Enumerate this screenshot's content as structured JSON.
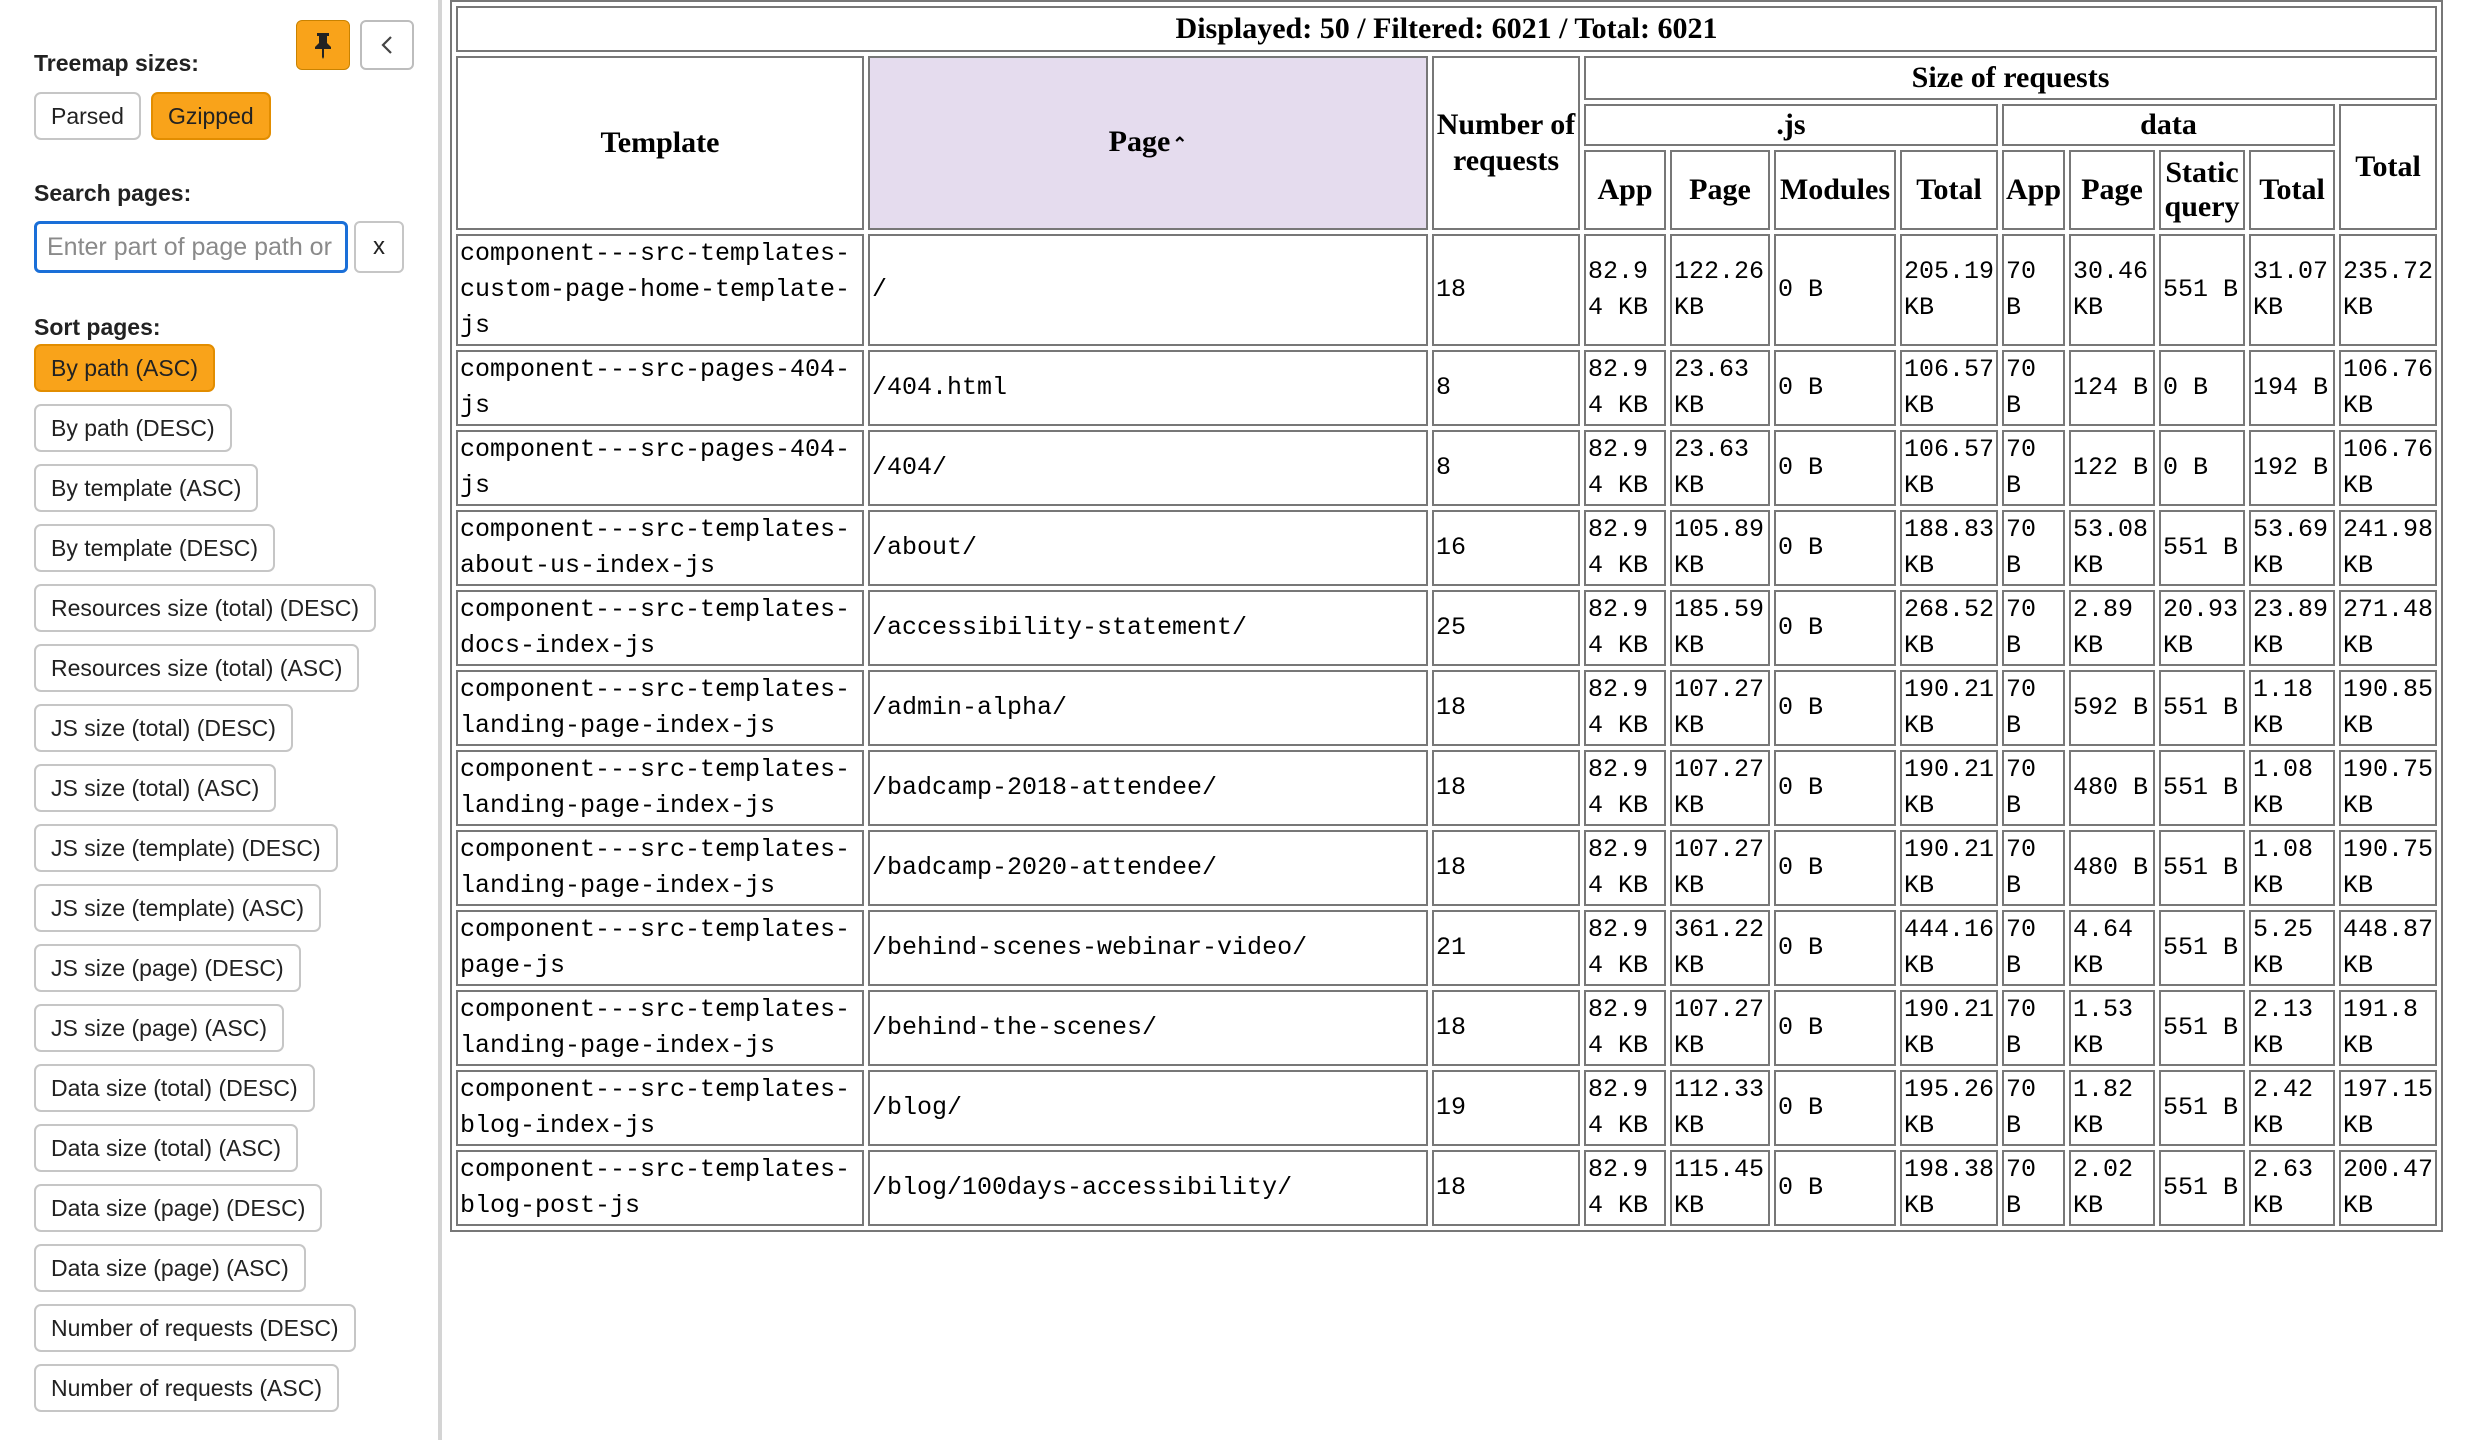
{
  "sidebar": {
    "treemap_label": "Treemap sizes:",
    "treemap_options": [
      "Parsed",
      "Gzipped"
    ],
    "search_label": "Search pages:",
    "search_placeholder": "Enter part of page path or template",
    "clear_label": "x",
    "sort_label": "Sort pages:",
    "sort_options": [
      "By path (ASC)",
      "By path (DESC)",
      "By template (ASC)",
      "By template (DESC)",
      "Resources size (total) (DESC)",
      "Resources size (total) (ASC)",
      "JS size (total) (DESC)",
      "JS size (total) (ASC)",
      "JS size (template) (DESC)",
      "JS size (template) (ASC)",
      "JS size (page) (DESC)",
      "JS size (page) (ASC)",
      "Data size (total) (DESC)",
      "Data size (total) (ASC)",
      "Data size (page) (DESC)",
      "Data size (page) (ASC)",
      "Number of requests (DESC)",
      "Number of requests (ASC)"
    ],
    "pin_icon": "pin-icon",
    "collapse_icon": "chevron-left-icon",
    "accent_color": "#f9a31a"
  },
  "table": {
    "caption": "Displayed: 50 / Filtered: 6021 / Total: 6021",
    "headers": {
      "template": "Template",
      "page": "Page",
      "requests": "Number of requests",
      "size_group": "Size of requests",
      "js_group": ".js",
      "data_group": "data",
      "total": "Total",
      "js_app": "App",
      "js_page": "Page",
      "js_modules": "Modules",
      "js_total": "Total",
      "data_app": "App",
      "data_page": "Page",
      "data_static": "Static query",
      "data_total": "Total"
    },
    "rows": [
      {
        "template": "component---src-templates-custom-page-home-template-js",
        "page": "/",
        "requests": "18",
        "js_app": "82.94 KB",
        "js_page": "122.26 KB",
        "js_modules": "0 B",
        "js_total": "205.19 KB",
        "data_app": "70 B",
        "data_page": "30.46 KB",
        "data_static": "551 B",
        "data_total": "31.07 KB",
        "total": "235.72 KB"
      },
      {
        "template": "component---src-pages-404-js",
        "page": "/404.html",
        "requests": "8",
        "js_app": "82.94 KB",
        "js_page": "23.63 KB",
        "js_modules": "0 B",
        "js_total": "106.57 KB",
        "data_app": "70 B",
        "data_page": "124 B",
        "data_static": "0 B",
        "data_total": "194 B",
        "total": "106.76 KB"
      },
      {
        "template": "component---src-pages-404-js",
        "page": "/404/",
        "requests": "8",
        "js_app": "82.94 KB",
        "js_page": "23.63 KB",
        "js_modules": "0 B",
        "js_total": "106.57 KB",
        "data_app": "70 B",
        "data_page": "122 B",
        "data_static": "0 B",
        "data_total": "192 B",
        "total": "106.76 KB"
      },
      {
        "template": "component---src-templates-about-us-index-js",
        "page": "/about/",
        "requests": "16",
        "js_app": "82.94 KB",
        "js_page": "105.89 KB",
        "js_modules": "0 B",
        "js_total": "188.83 KB",
        "data_app": "70 B",
        "data_page": "53.08 KB",
        "data_static": "551 B",
        "data_total": "53.69 KB",
        "total": "241.98 KB"
      },
      {
        "template": "component---src-templates-docs-index-js",
        "page": "/accessibility-statement/",
        "requests": "25",
        "js_app": "82.94 KB",
        "js_page": "185.59 KB",
        "js_modules": "0 B",
        "js_total": "268.52 KB",
        "data_app": "70 B",
        "data_page": "2.89 KB",
        "data_static": "20.93 KB",
        "data_total": "23.89 KB",
        "total": "271.48 KB"
      },
      {
        "template": "component---src-templates-landing-page-index-js",
        "page": "/admin-alpha/",
        "requests": "18",
        "js_app": "82.94 KB",
        "js_page": "107.27 KB",
        "js_modules": "0 B",
        "js_total": "190.21 KB",
        "data_app": "70 B",
        "data_page": "592 B",
        "data_static": "551 B",
        "data_total": "1.18 KB",
        "total": "190.85 KB"
      },
      {
        "template": "component---src-templates-landing-page-index-js",
        "page": "/badcamp-2018-attendee/",
        "requests": "18",
        "js_app": "82.94 KB",
        "js_page": "107.27 KB",
        "js_modules": "0 B",
        "js_total": "190.21 KB",
        "data_app": "70 B",
        "data_page": "480 B",
        "data_static": "551 B",
        "data_total": "1.08 KB",
        "total": "190.75 KB"
      },
      {
        "template": "component---src-templates-landing-page-index-js",
        "page": "/badcamp-2020-attendee/",
        "requests": "18",
        "js_app": "82.94 KB",
        "js_page": "107.27 KB",
        "js_modules": "0 B",
        "js_total": "190.21 KB",
        "data_app": "70 B",
        "data_page": "480 B",
        "data_static": "551 B",
        "data_total": "1.08 KB",
        "total": "190.75 KB"
      },
      {
        "template": "component---src-templates-page-js",
        "page": "/behind-scenes-webinar-video/",
        "requests": "21",
        "js_app": "82.94 KB",
        "js_page": "361.22 KB",
        "js_modules": "0 B",
        "js_total": "444.16 KB",
        "data_app": "70 B",
        "data_page": "4.64 KB",
        "data_static": "551 B",
        "data_total": "5.25 KB",
        "total": "448.87 KB"
      },
      {
        "template": "component---src-templates-landing-page-index-js",
        "page": "/behind-the-scenes/",
        "requests": "18",
        "js_app": "82.94 KB",
        "js_page": "107.27 KB",
        "js_modules": "0 B",
        "js_total": "190.21 KB",
        "data_app": "70 B",
        "data_page": "1.53 KB",
        "data_static": "551 B",
        "data_total": "2.13 KB",
        "total": "191.8 KB"
      },
      {
        "template": "component---src-templates-blog-index-js",
        "page": "/blog/",
        "requests": "19",
        "js_app": "82.94 KB",
        "js_page": "112.33 KB",
        "js_modules": "0 B",
        "js_total": "195.26 KB",
        "data_app": "70 B",
        "data_page": "1.82 KB",
        "data_static": "551 B",
        "data_total": "2.42 KB",
        "total": "197.15 KB"
      },
      {
        "template": "component---src-templates-blog-post-js",
        "page": "/blog/100days-accessibility/",
        "requests": "18",
        "js_app": "82.94 KB",
        "js_page": "115.45 KB",
        "js_modules": "0 B",
        "js_total": "198.38 KB",
        "data_app": "70 B",
        "data_page": "2.02 KB",
        "data_static": "551 B",
        "data_total": "2.63 KB",
        "total": "200.47 KB"
      }
    ]
  }
}
